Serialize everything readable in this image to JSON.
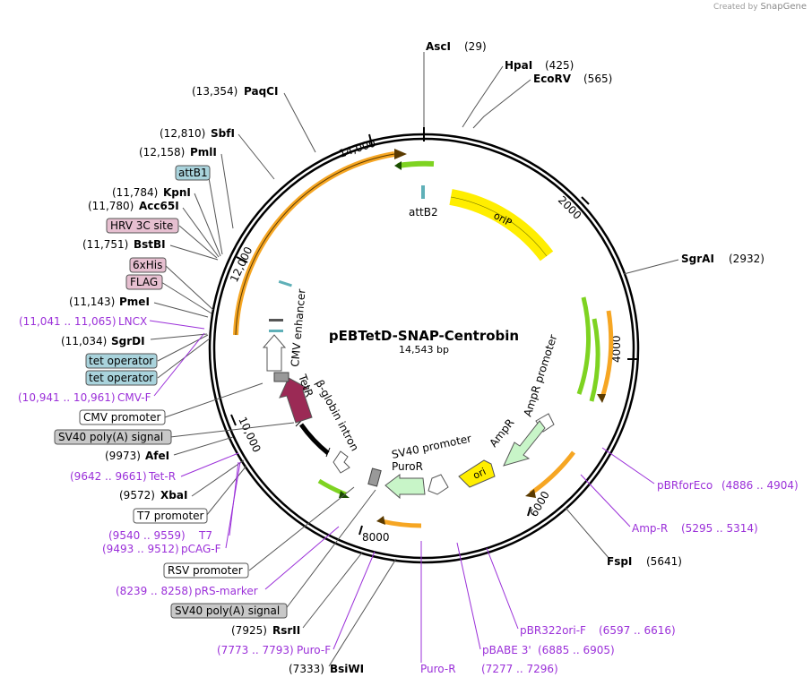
{
  "credit": {
    "prefix": "Created by",
    "brand": "SnapGene"
  },
  "plasmid": {
    "name": "pEBTetD-SNAP-Centrobin",
    "size_label": "14,543 bp"
  },
  "ruler": [
    "2000",
    "4000",
    "6000",
    "8000",
    "10,000",
    "12,000",
    "14,000"
  ],
  "colors": {
    "enzyme": "#000000",
    "primer": "#9b30d9",
    "gene_orange": "#f6a623",
    "green": "#7ed321",
    "orip": "#ffee00",
    "tetr": "#9b2a55",
    "ampr": "#c8f5c8",
    "box_blue": "#a9d3dc",
    "box_pink": "#e6bfd0",
    "box_gray": "#c8c8c8"
  },
  "enzymes": [
    {
      "name": "AscI",
      "pos": "(29)"
    },
    {
      "name": "HpaI",
      "pos": "(425)"
    },
    {
      "name": "EcoRV",
      "pos": "(565)"
    },
    {
      "name": "SgrAI",
      "pos": "(2932)"
    },
    {
      "name": "FspI",
      "pos": "(5641)"
    },
    {
      "name": "BsiWI",
      "pos": "(7333)"
    },
    {
      "name": "RsrII",
      "pos": "(7925)"
    },
    {
      "name": "XbaI",
      "pos": "(9572)"
    },
    {
      "name": "AfeI",
      "pos": "(9973)"
    },
    {
      "name": "SgrDI",
      "pos": "(11,034)"
    },
    {
      "name": "PmeI",
      "pos": "(11,143)"
    },
    {
      "name": "BstBI",
      "pos": "(11,751)"
    },
    {
      "name": "Acc65I",
      "pos": "(11,780)"
    },
    {
      "name": "KpnI",
      "pos": "(11,784)"
    },
    {
      "name": "PmlI",
      "pos": "(12,158)"
    },
    {
      "name": "SbfI",
      "pos": "(12,810)"
    },
    {
      "name": "PaqCI",
      "pos": "(13,354)"
    }
  ],
  "primers": [
    {
      "name": "pBRforEco",
      "range": "(4886 .. 4904)"
    },
    {
      "name": "Amp-R",
      "range": "(5295 .. 5314)"
    },
    {
      "name": "pBR322ori-F",
      "range": "(6597 .. 6616)"
    },
    {
      "name": "pBABE 3'",
      "range": "(6885 .. 6905)"
    },
    {
      "name": "Puro-R",
      "range": "(7277 .. 7296)"
    },
    {
      "name": "Puro-F",
      "range": "(7773 .. 7793)"
    },
    {
      "name": "pRS-marker",
      "range": "(8239 .. 8258)"
    },
    {
      "name": "pCAG-F",
      "range": "(9493 .. 9512)"
    },
    {
      "name": "T7",
      "range": "(9540 .. 9559)"
    },
    {
      "name": "Tet-R",
      "range": "(9642 .. 9661)"
    },
    {
      "name": "CMV-F",
      "range": "(10,941 .. 10,961)"
    },
    {
      "name": "LNCX",
      "range": "(11,041 .. 11,065)"
    }
  ],
  "boxes": [
    "attB1",
    "HRV 3C site",
    "6xHis",
    "FLAG",
    "tet operator",
    "tet operator",
    "CMV promoter",
    "SV40 poly(A) signal",
    "T7 promoter",
    "RSV promoter",
    "SV40 poly(A) signal"
  ],
  "inner_labels": [
    "attB2",
    "oriP",
    "AmpR promoter",
    "AmpR",
    "ori",
    "SV40 promoter",
    "PuroR",
    "β-globin intron",
    "TetR",
    "CMV enhancer"
  ]
}
